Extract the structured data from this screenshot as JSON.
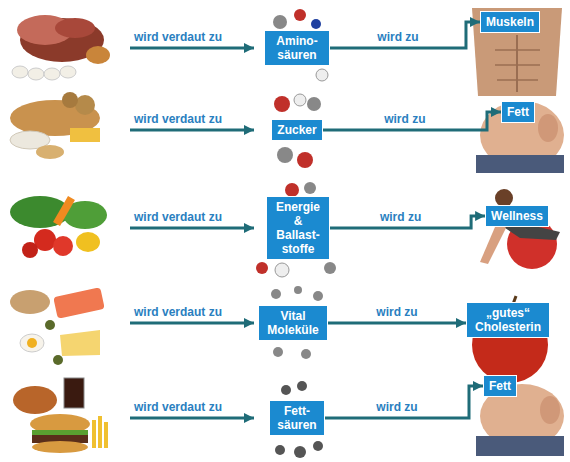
{
  "diagram": {
    "nodes": [
      {
        "text": [
          "Amino- säuren"
        ]
      },
      {
        "text": [
          "Muskeln"
        ]
      },
      {
        "text": [
          "Zucker"
        ]
      },
      {
        "text": [
          "Fett"
        ]
      },
      {
        "text": [
          "Energie & Ballast- stoffe"
        ]
      },
      {
        "text": [
          "Wellness"
        ]
      },
      {
        "text": [
          "Vital Moleküle"
        ]
      },
      {
        "text": [
          "„gutes“ Cholesterin"
        ]
      },
      {
        "text": [
          "Fett- säuren"
        ]
      },
      {
        "text": [
          "Fett"
        ]
      }
    ],
    "edges": [
      {
        "from": 0,
        "to": 1,
        "arrow": "to",
        "label": "wird zu"
      },
      {
        "from": 2,
        "to": 3,
        "arrow": "to",
        "label": "wird zu"
      },
      {
        "from": 4,
        "to": 5,
        "arrow": "to",
        "label": "wird zu"
      },
      {
        "from": 6,
        "to": 7,
        "arrow": "to",
        "label": "wird zu"
      },
      {
        "from": 8,
        "to": 9,
        "arrow": "to",
        "label": "wird zu"
      }
    ],
    "labels": [
      "wird verdaut zu",
      "wird verdaut zu",
      "wird verdaut zu",
      "wird verdaut zu",
      "wird verdaut zu"
    ]
  }
}
